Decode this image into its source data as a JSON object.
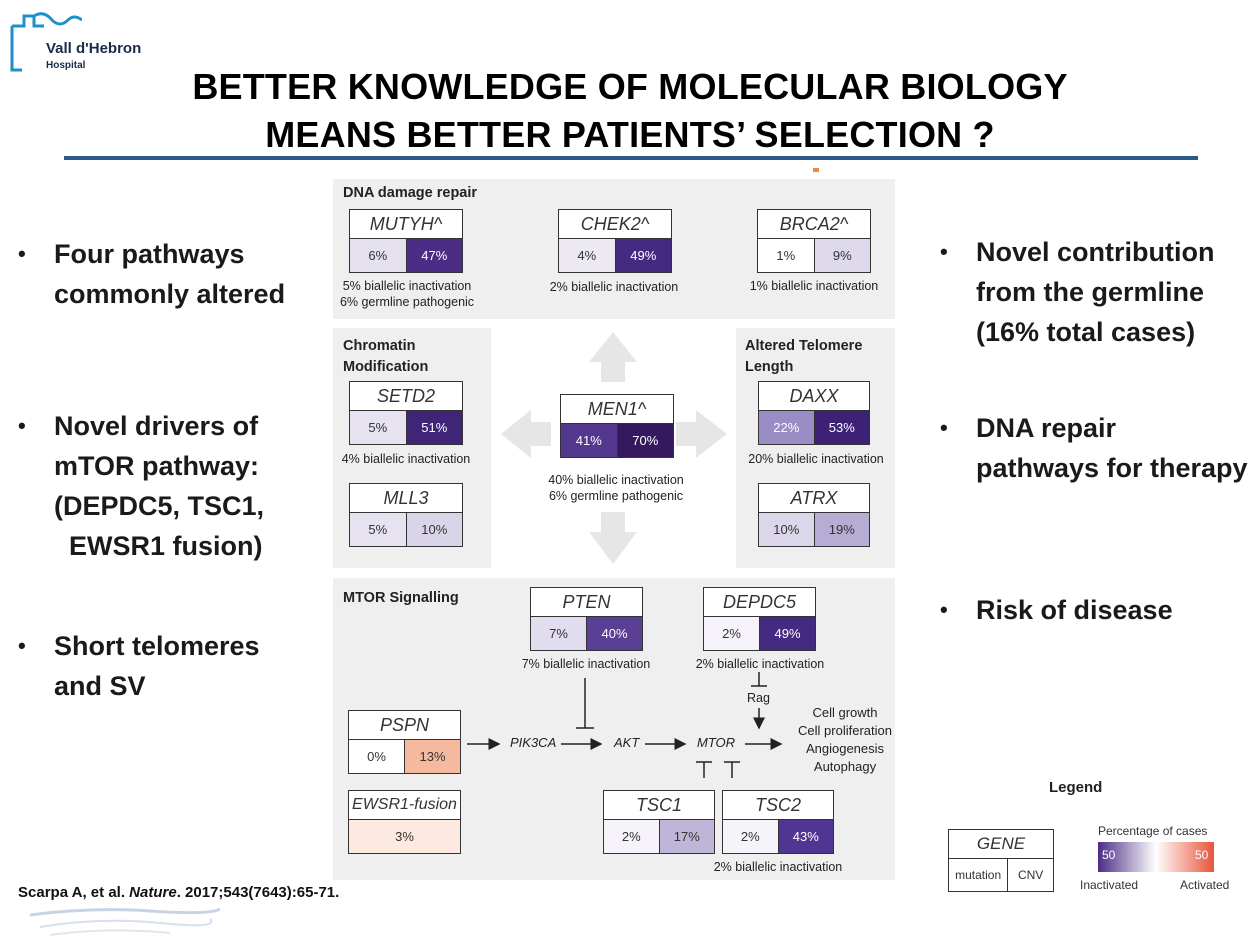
{
  "header": {
    "logo_name": "Vall d'Hebron",
    "logo_sub": "Hospital",
    "title_line1": "BETTER KNOWLEDGE OF MOLECULAR BIOLOGY",
    "title_line2": "MEANS BETTER PATIENTS’ SELECTION ?"
  },
  "left_bullets": [
    "Four pathways\ncommonly altered",
    "Novel drivers of\nmTOR pathway:\n(DEPDC5, TSC1,\n  EWSR1 fusion)",
    "Short telomeres\nand SV"
  ],
  "right_bullets": [
    "Novel contribution\nfrom the germline\n(16% total cases)",
    "DNA repair\npathways for therapy",
    "Risk of disease"
  ],
  "bullet_symbol": "•",
  "figure": {
    "sections": {
      "dna": "DNA damage repair",
      "chromatin": "Chromatin\nModification",
      "telomere": "Altered Telomere\nLength",
      "mtor": "MTOR Signalling"
    },
    "genes": {
      "mutyh": {
        "name": "MUTYH^",
        "mutation": "6%",
        "cnv": "47%",
        "mutation_color": "#e4e0ee",
        "cnv_color": "#4b2d86",
        "mutation_text": "#333333",
        "cnv_text": "#ffffff"
      },
      "chek2": {
        "name": "CHEK2^",
        "mutation": "4%",
        "cnv": "49%",
        "mutation_color": "#ece9f2",
        "cnv_color": "#452a82",
        "mutation_text": "#333333",
        "cnv_text": "#ffffff"
      },
      "brca2": {
        "name": "BRCA2^",
        "mutation": "1%",
        "cnv": "9%",
        "mutation_color": "#ffffff",
        "cnv_color": "#ddd8ea",
        "mutation_text": "#333333",
        "cnv_text": "#333333"
      },
      "setd2": {
        "name": "SETD2",
        "mutation": "5%",
        "cnv": "51%",
        "mutation_color": "#e6e2ef",
        "cnv_color": "#3f2478",
        "mutation_text": "#333333",
        "cnv_text": "#ffffff"
      },
      "mll3": {
        "name": "MLL3",
        "mutation": "5%",
        "cnv": "10%",
        "mutation_color": "#e6e2ef",
        "cnv_color": "#dad4e8",
        "mutation_text": "#333333",
        "cnv_text": "#333333"
      },
      "men1": {
        "name": "MEN1^",
        "mutation": "41%",
        "cnv": "70%",
        "mutation_color": "#54388e",
        "cnv_color": "#34195f",
        "mutation_text": "#ffffff",
        "cnv_text": "#ffffff"
      },
      "daxx": {
        "name": "DAXX",
        "mutation": "22%",
        "cnv": "53%",
        "mutation_color": "#9a8cc4",
        "cnv_color": "#3c2175",
        "mutation_text": "#ffffff",
        "cnv_text": "#ffffff"
      },
      "atrx": {
        "name": "ATRX",
        "mutation": "10%",
        "cnv": "19%",
        "mutation_color": "#dcd6ea",
        "cnv_color": "#b7acd4",
        "mutation_text": "#333333",
        "cnv_text": "#333333"
      },
      "pten": {
        "name": "PTEN",
        "mutation": "7%",
        "cnv": "40%",
        "mutation_color": "#e2ddee",
        "cnv_color": "#5a3f94",
        "mutation_text": "#333333",
        "cnv_text": "#ffffff"
      },
      "depdc5": {
        "name": "DEPDC5",
        "mutation": "2%",
        "cnv": "49%",
        "mutation_color": "#f6f4fa",
        "cnv_color": "#452a82",
        "mutation_text": "#333333",
        "cnv_text": "#ffffff"
      },
      "pspn": {
        "name": "PSPN",
        "mutation": "0%",
        "cnv": "13%",
        "mutation_color": "#ffffff",
        "cnv_color": "#f5b9a0",
        "mutation_text": "#333333",
        "cnv_text": "#333333"
      },
      "tsc1": {
        "name": "TSC1",
        "mutation": "2%",
        "cnv": "17%",
        "mutation_color": "#f6f4fa",
        "cnv_color": "#bfb5d9",
        "mutation_text": "#333333",
        "cnv_text": "#333333"
      },
      "tsc2": {
        "name": "TSC2",
        "mutation": "2%",
        "cnv": "43%",
        "mutation_color": "#f6f4fa",
        "cnv_color": "#513592",
        "mutation_text": "#333333",
        "cnv_text": "#ffffff"
      },
      "ewsr1": {
        "name": "EWSR1-fusion",
        "value": "3%",
        "value_color": "#fde9df"
      }
    },
    "notes": {
      "mutyh": "5% biallelic inactivation\n6% germline pathogenic",
      "chek2": "2% biallelic inactivation",
      "brca2": "1% biallelic inactivation",
      "setd2": "4% biallelic inactivation",
      "men1": "40% biallelic inactivation\n6% germline pathogenic",
      "daxx": "20% biallelic inactivation",
      "pten": "7% biallelic inactivation",
      "depdc5": "2% biallelic inactivation",
      "tsc2": "2% biallelic inactivation"
    },
    "pathway": {
      "pik3ca": "PIK3CA",
      "akt": "AKT",
      "mtor": "MTOR",
      "rag": "Rag",
      "outcomes": "Cell growth\nCell proliferation\nAngiogenesis\nAutophagy"
    }
  },
  "legend": {
    "title": "Legend",
    "gene": "GENE",
    "mutation": "mutation",
    "cnv": "CNV",
    "scale_title": "Percentage of cases",
    "left_value": "50",
    "right_value": "50",
    "left_label": "Inactivated",
    "right_label": "Activated",
    "inactivated_color": "#4b2d86",
    "activated_color": "#e8543a"
  },
  "citation": {
    "authors": "Scarpa A, et al. ",
    "journal": "Nature",
    "details": ". 2017;543(7643):65-71."
  }
}
